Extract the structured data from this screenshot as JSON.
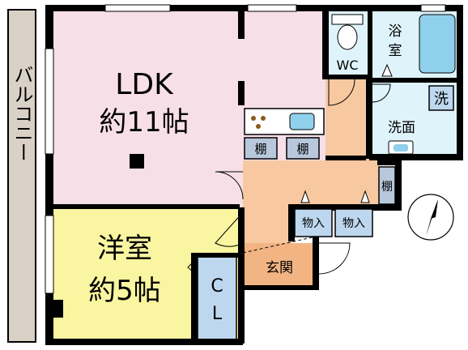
{
  "rooms": {
    "balcony": "バルコニー",
    "ldk_name": "LDK",
    "ldk_size": "約11帖",
    "western_name": "洋室",
    "western_size": "約5帖",
    "closet_c": "C",
    "closet_l": "L",
    "wc": "WC",
    "bath_line1": "浴",
    "bath_line2": "室",
    "washroom": "洗面",
    "washer_mark": "洗",
    "entrance": "玄関",
    "shelf": "棚",
    "storage": "物入"
  },
  "colors": {
    "ldk": "#f7dfe8",
    "western": "#f9f5a0",
    "hall": "#f8c9a1",
    "entrance": "#f3b483",
    "wet": "#dff3fb",
    "closet": "#bdd7ee",
    "shelf": "#b8c8dc",
    "balcony": "#d9d0c6",
    "wall": "#000000"
  }
}
